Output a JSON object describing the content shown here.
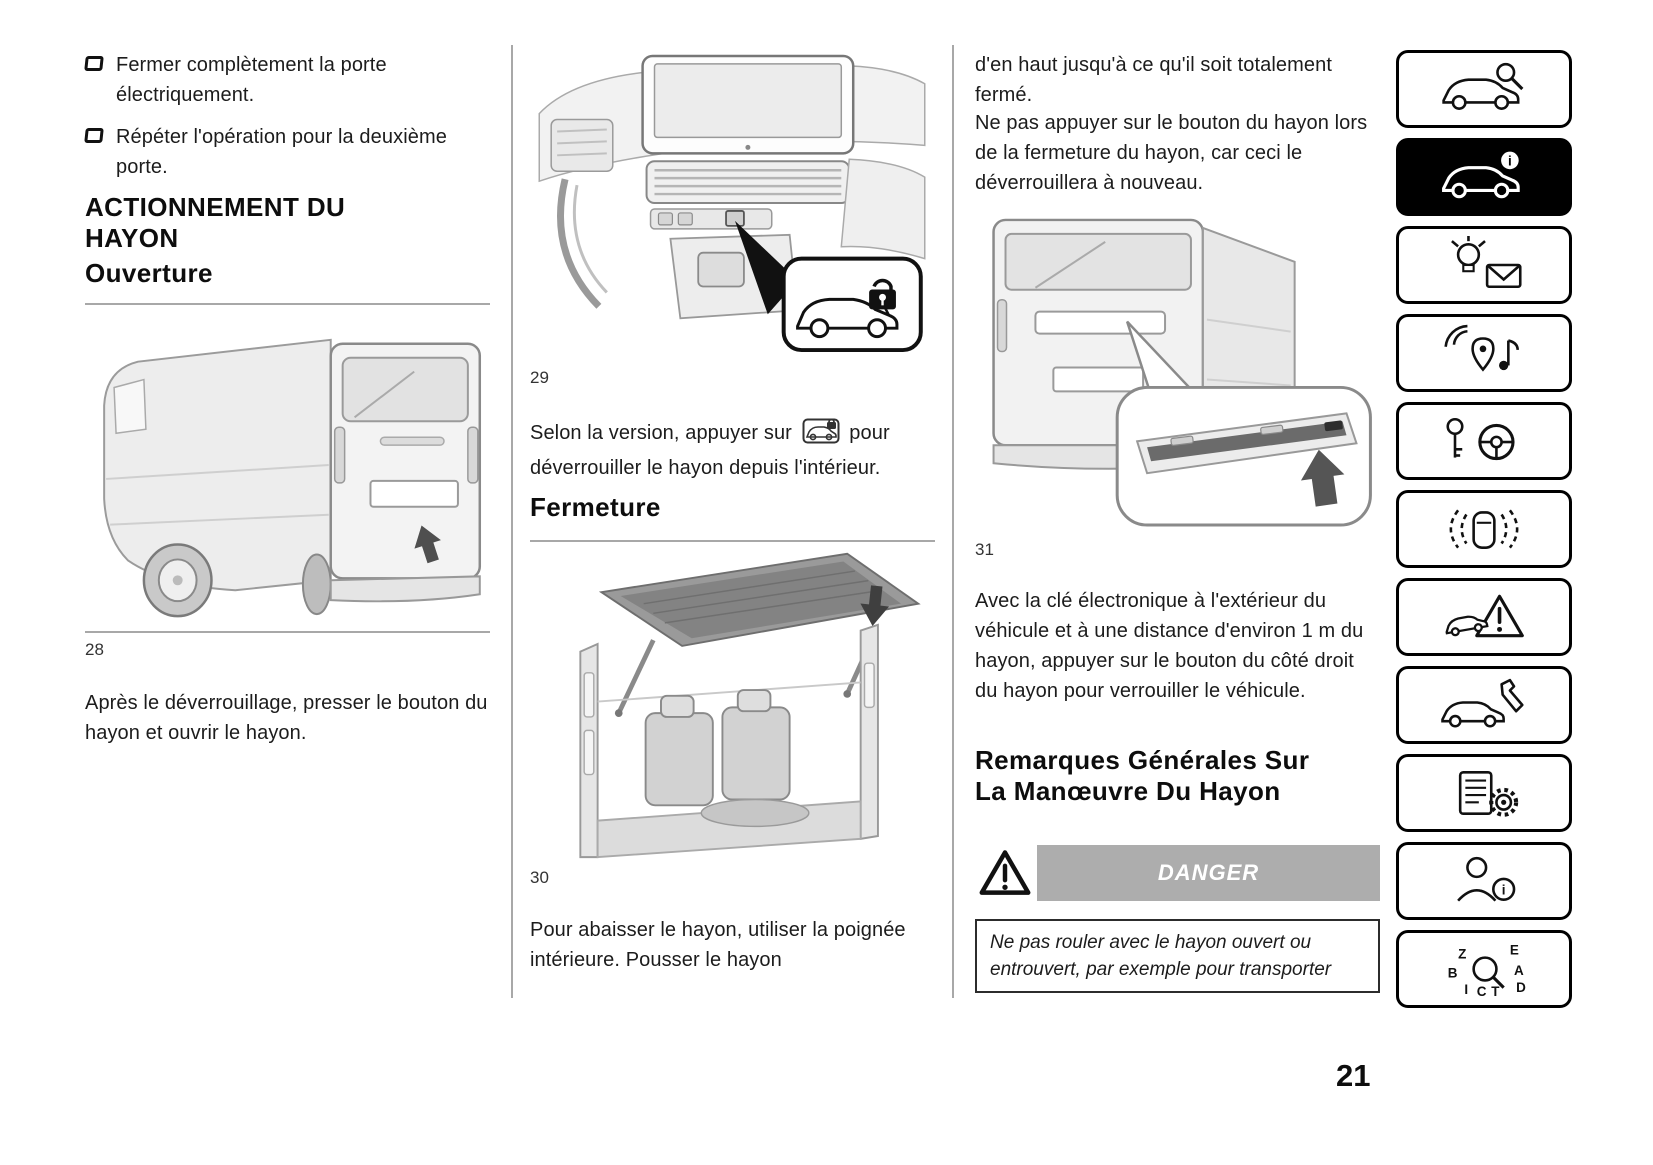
{
  "page": {
    "number": "21"
  },
  "col1": {
    "bullets": [
      "Fermer complètement la porte électriquement.",
      "Répéter l'opération pour la deuxième porte."
    ],
    "section_heading": "ACTIONNEMENT DU HAYON",
    "sub_heading": "Ouverture",
    "figure28_label": "28",
    "paragraph": "Après le déverrouillage, presser le bouton du hayon et ouvrir le hayon."
  },
  "col2": {
    "figure29_label": "29",
    "para_before_icon": "Selon la version, appuyer sur",
    "inline_icon": "tailgate-unlock-button-icon",
    "para_after_icon": "pour déverrouiller le hayon depuis l'intérieur.",
    "sub_heading": "Fermeture",
    "figure30_label": "30",
    "paragraph2": "Pour abaisser le hayon, utiliser la poignée intérieure. Pousser le hayon"
  },
  "col3": {
    "para1": "d'en haut jusqu'à ce qu'il soit totalement fermé.",
    "para2": "Ne pas appuyer sur le bouton du hayon lors de la fermeture du hayon, car ceci le déverrouillera à nouveau.",
    "figure31_label": "31",
    "para3": "Avec la clé électronique à l'extérieur du véhicule et à une distance d'environ 1 m du hayon, appuyer sur le bouton du côté droit du hayon pour verrouiller le véhicule.",
    "heading": "Remarques Générales Sur La Manœuvre Du Hayon",
    "danger": {
      "label": "DANGER",
      "icon": "warning-triangle-icon",
      "text": "Ne pas rouler avec le hayon ouvert ou entrouvert, par exemple pour transporter"
    }
  },
  "sidebar": {
    "items": [
      {
        "icon": "car-search-icon",
        "active": false
      },
      {
        "icon": "car-info-icon",
        "active": true
      },
      {
        "icon": "warning-lamp-message-icon",
        "active": false
      },
      {
        "icon": "navigation-multimedia-icon",
        "active": false
      },
      {
        "icon": "key-steering-wheel-icon",
        "active": false
      },
      {
        "icon": "driving-assist-icon",
        "active": false
      },
      {
        "icon": "emergency-road-icon",
        "active": false
      },
      {
        "icon": "car-maintenance-icon",
        "active": false
      },
      {
        "icon": "technical-data-gear-icon",
        "active": false
      },
      {
        "icon": "customer-info-icon",
        "active": false
      },
      {
        "icon": "alphabetical-index-icon",
        "active": false
      }
    ]
  }
}
